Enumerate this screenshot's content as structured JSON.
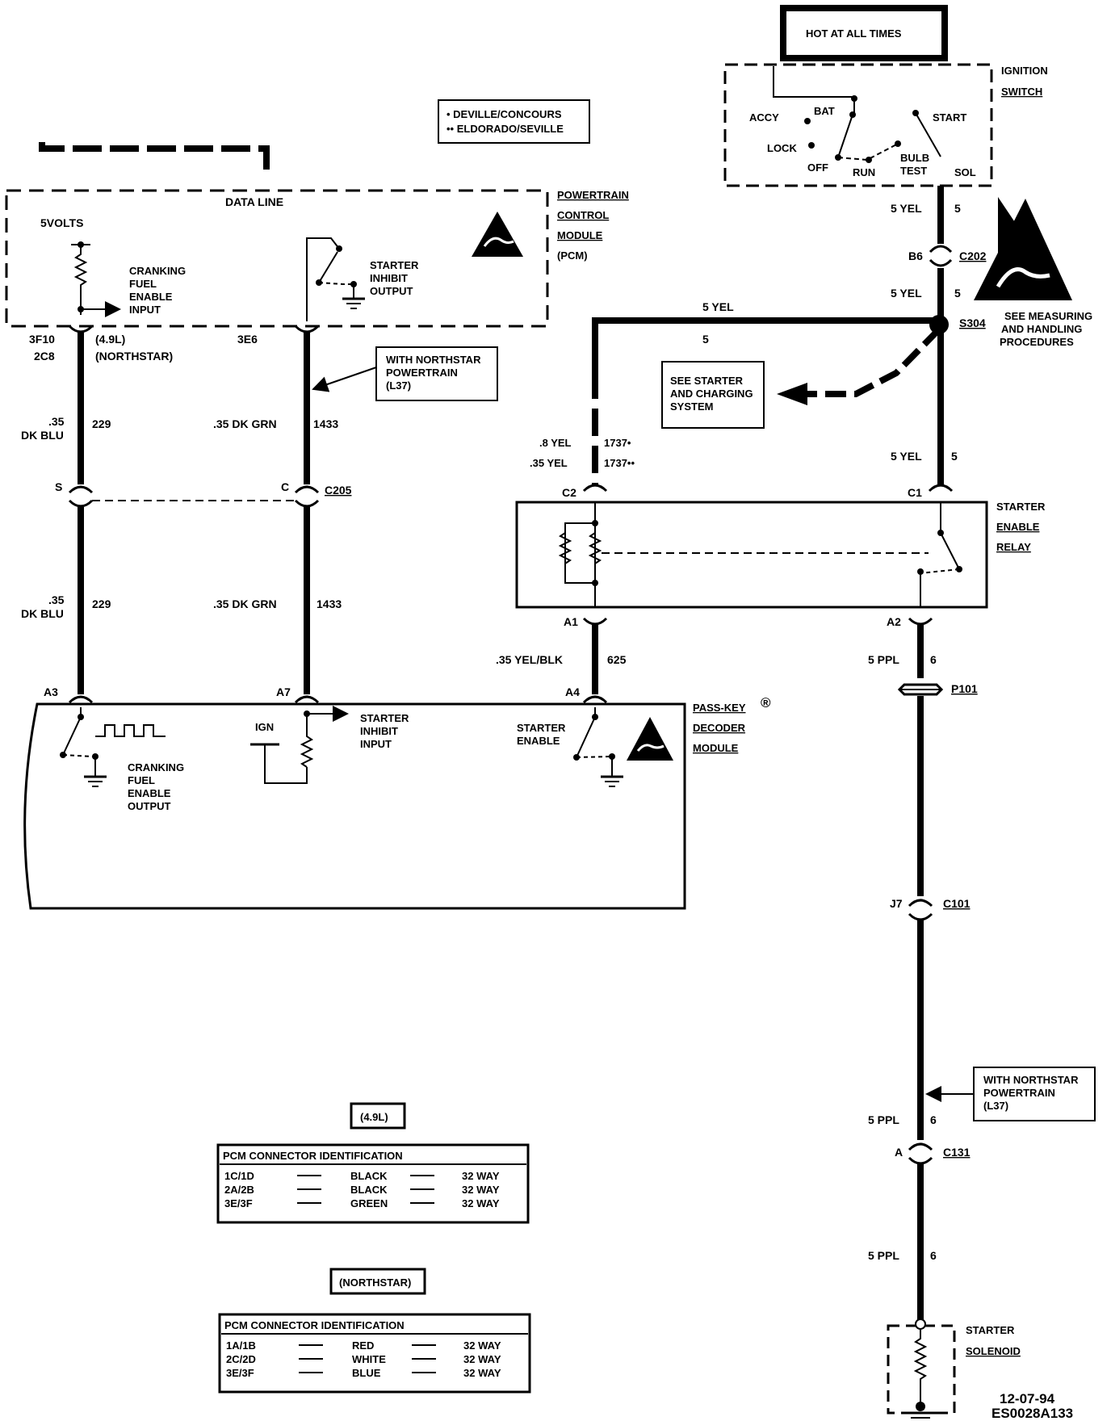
{
  "variant_legend": {
    "deville": "• DEVILLE/CONCOURS",
    "eldorado": "•• ELDORADO/SEVILLE"
  },
  "hot_at_all_times": "HOT AT ALL TIMES",
  "ignition_switch": {
    "label1": "IGNITION",
    "label2": "SWITCH",
    "accy": "ACCY",
    "bat": "BAT",
    "start": "START",
    "lock": "LOCK",
    "off": "OFF",
    "run": "RUN",
    "bulb": "BULB",
    "test": "TEST",
    "sol": "SOL"
  },
  "data_line": "DATA LINE",
  "pcm": {
    "l1": "POWERTRAIN",
    "l2": "CONTROL",
    "l3": "MODULE",
    "l4": "(PCM)",
    "five_volts": "5VOLTS",
    "cranking_input": [
      "CRANKING",
      "FUEL",
      "ENABLE",
      "INPUT"
    ],
    "starter_inhibit_output": [
      "STARTER",
      "INHIBIT",
      "OUTPUT"
    ]
  },
  "esd_note": [
    "SEE MEASURING",
    "AND HANDLING",
    "PROCEDURES"
  ],
  "wires": {
    "yel5": "5 YEL",
    "five": "5",
    "b6": "B6",
    "c202": "C202",
    "s304": "S304",
    "pin_3f10": "3F10",
    "pin_2c8": "2C8",
    "l49": "(4.9L)",
    "northstar": "(NORTHSTAR)",
    "pin_3e6": "3E6",
    "w035": ".35",
    "dkblu": "DK BLU",
    "n229": "229",
    "dkgrn": ".35 DK GRN",
    "n1433": "1433",
    "p_s": "S",
    "p_c": "C",
    "c205": "C205",
    "yel08": ".8 YEL",
    "yel035": ".35 YEL",
    "n1737a": "1737•",
    "n1737b": "1737••",
    "c2": "C2",
    "c1": "C1",
    "a1": "A1",
    "a2": "A2",
    "yelblk": ".35 YEL/BLK",
    "n625": "625",
    "ppl5": "5 PPL",
    "six": "6",
    "p101": "P101",
    "a3": "A3",
    "a7": "A7",
    "a4": "A4",
    "j7": "J7",
    "c101": "C101",
    "pa": "A",
    "c131": "C131"
  },
  "northstar_note": [
    "WITH NORTHSTAR",
    "POWERTRAIN",
    "(L37)"
  ],
  "see_starter": [
    "SEE STARTER",
    "AND CHARGING",
    "SYSTEM"
  ],
  "relay": {
    "l1": "STARTER",
    "l2": "ENABLE",
    "l3": "RELAY"
  },
  "passkey": {
    "l1": "PASS-KEY",
    "reg": "®",
    "l2": "DECODER",
    "l3": "MODULE",
    "ign": "IGN",
    "starter_inhibit_input": [
      "STARTER",
      "INHIBIT",
      "INPUT"
    ],
    "starter_enable": [
      "STARTER",
      "ENABLE"
    ],
    "cranking_output": [
      "CRANKING",
      "FUEL",
      "ENABLE",
      "OUTPUT"
    ]
  },
  "table_49": {
    "tag": "(4.9L)",
    "title": "PCM CONNECTOR IDENTIFICATION",
    "rows": [
      {
        "conn": "1C/1D",
        "color": "BLACK",
        "way": "32 WAY"
      },
      {
        "conn": "2A/2B",
        "color": "BLACK",
        "way": "32 WAY"
      },
      {
        "conn": "3E/3F",
        "color": "GREEN",
        "way": "32 WAY"
      }
    ]
  },
  "table_ns": {
    "tag": "(NORTHSTAR)",
    "title": "PCM CONNECTOR IDENTIFICATION",
    "rows": [
      {
        "conn": "1A/1B",
        "color": "RED",
        "way": "32 WAY"
      },
      {
        "conn": "2C/2D",
        "color": "WHITE",
        "way": "32 WAY"
      },
      {
        "conn": "3E/3F",
        "color": "BLUE",
        "way": "32 WAY"
      }
    ]
  },
  "solenoid": {
    "l1": "STARTER",
    "l2": "SOLENOID"
  },
  "footer": {
    "date": "12-07-94",
    "code": "ES0028A133"
  }
}
